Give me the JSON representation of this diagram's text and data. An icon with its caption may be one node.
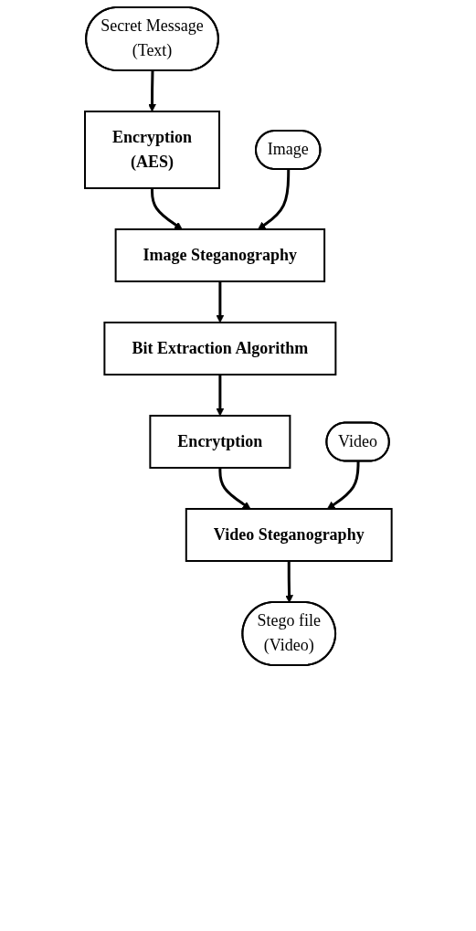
{
  "diagram": {
    "nodes": [
      {
        "text": [
          "Secret Message",
          "(Text)"
        ]
      },
      {
        "text": [
          "Encryption",
          "(AES)"
        ]
      },
      {
        "text": [
          "Image"
        ]
      },
      {
        "text": [
          "Image Steganography"
        ]
      },
      {
        "text": [
          "Bit Extraction Algorithm"
        ]
      },
      {
        "text": [
          "Encrytption"
        ]
      },
      {
        "text": [
          "Video"
        ]
      },
      {
        "text": [
          "Video Steganography"
        ]
      },
      {
        "text": [
          "Stego file",
          "(Video)"
        ]
      }
    ],
    "edges": [
      {
        "from": 0,
        "to": 1,
        "arrow": "to"
      },
      {
        "from": 1,
        "to": 3,
        "arrow": "to"
      },
      {
        "from": 2,
        "to": 3,
        "arrow": "to"
      },
      {
        "from": 3,
        "to": 4,
        "arrow": "to"
      },
      {
        "from": 4,
        "to": 5,
        "arrow": "to"
      },
      {
        "from": 5,
        "to": 7,
        "arrow": "to"
      },
      {
        "from": 6,
        "to": 7,
        "arrow": "to"
      },
      {
        "from": 7,
        "to": 8,
        "arrow": "to"
      }
    ]
  }
}
